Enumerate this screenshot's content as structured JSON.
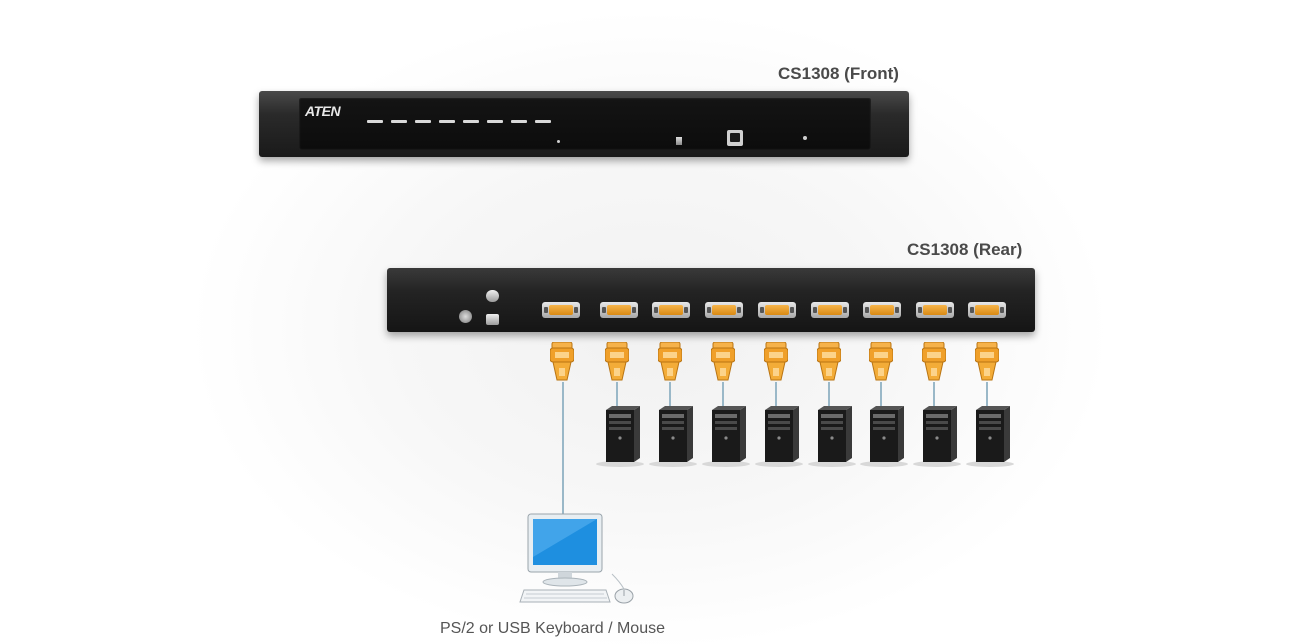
{
  "labels": {
    "front": "CS1308 (Front)",
    "rear": "CS1308 (Rear)",
    "console": "PS/2 or USB Keyboard / Mouse"
  },
  "brand": {
    "logo_text": "ATEN"
  },
  "counts": {
    "computer_ports": 8,
    "front_port_leds": 8
  },
  "colors": {
    "unit_body": "#1a1a1a",
    "connector_orange": "#f0a02a",
    "cable": "#9ab8c8",
    "monitor_screen": "#1e8fe0",
    "label_text": "#4a4a4a"
  },
  "icons": {
    "front": "kvm-switch-front-panel",
    "rear": "kvm-switch-rear-panel",
    "connector": "vga-connector-icon",
    "computer": "computer-tower-icon",
    "console": "desktop-monitor-keyboard-mouse-icon"
  }
}
